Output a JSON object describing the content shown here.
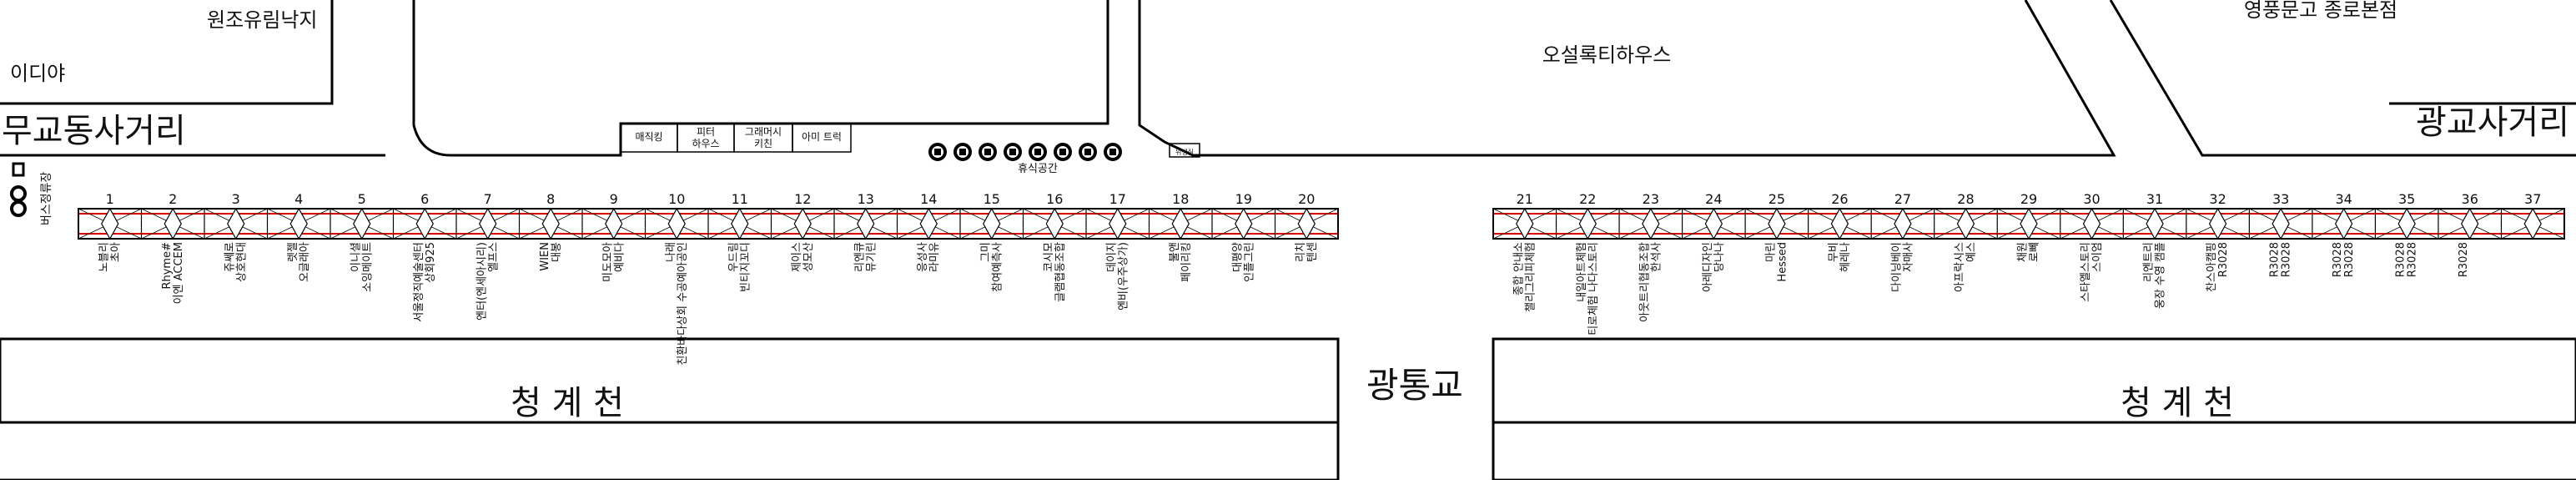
{
  "map": {
    "landmarks": {
      "top_left_upper": "원조유림낙지",
      "top_left_lower": "이디야",
      "center": "오설록티하우스",
      "top_right": "영풍문고 종로본점"
    },
    "intersections": {
      "left": "무교동사거리",
      "right": "광교사거리"
    },
    "bridge": "광통교",
    "stream_left": "청 계 천",
    "stream_right": "청 계 천",
    "bus_stop": "버스정류장",
    "rest_area": "휴식공간",
    "sanitary": "위생실",
    "kiosks": [
      "매직킹",
      "피터\n하우스",
      "그래머시\n키친",
      "아미 트럭"
    ],
    "booth_numbers_a": [
      "1",
      "2",
      "3",
      "4",
      "5",
      "6",
      "7",
      "8",
      "9",
      "10",
      "11",
      "12",
      "13",
      "14",
      "15",
      "16",
      "17",
      "18",
      "19",
      "20"
    ],
    "booth_names_a": [
      "노블리",
      "초아",
      "Rhyme#",
      "이엔 ACCEM",
      "쥬쎄로",
      "상호현대",
      "렛젤",
      "오글래아",
      "이니셜",
      "소잉메이트",
      "서울정직예술센터",
      "상회925",
      "엔터(엔세아시리)",
      "엘프스",
      "WIEN",
      "대봉",
      "미도모아",
      "예비다",
      "나래",
      "친환바다상회 수공예아공인",
      "우드림",
      "빈티지꼬디",
      "제이스",
      "성모산",
      "리엔큐",
      "뮤기린",
      "응성사",
      "라미유",
      "그미",
      "참여예측사",
      "코시모",
      "글램협동조합",
      "데이지",
      "엔비(우주상가)",
      "불앤",
      "페이리킹",
      "대평양",
      "인플그린",
      "리치",
      "텐센"
    ],
    "booth_numbers_b": [
      "21",
      "22",
      "23",
      "24",
      "25",
      "26",
      "27",
      "28",
      "29",
      "30",
      "31",
      "32",
      "33",
      "34",
      "35",
      "36",
      "37"
    ],
    "booth_names_b": [
      "종합 안내소",
      "챌리그리피체험",
      "내일아트체험",
      "티로체험 나다스토리",
      "아웃트리협동조합",
      "한석사",
      "아레디자인",
      "당나나",
      "마린",
      "Hessed",
      "무비",
      "헤레나",
      "다이닝베이",
      "자매사",
      "아프락시스",
      "예스",
      "채원",
      "로뻬",
      "스타엘스토리",
      "스이엄",
      "리엔트리",
      "웅장 수영 캠플",
      "찬스아캠핑",
      "R3028",
      "R3028",
      "R3028",
      "R3028",
      "R3028",
      "R3028",
      "R3028",
      "R3028"
    ]
  }
}
